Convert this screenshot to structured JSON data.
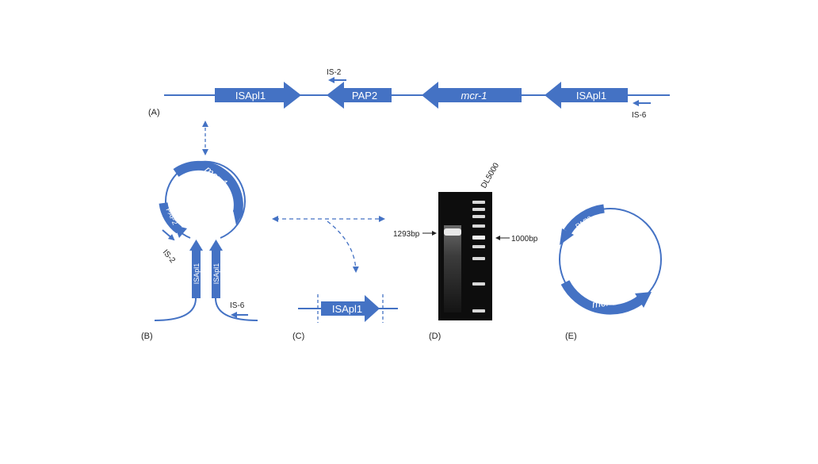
{
  "colors": {
    "primary": "#4472C4",
    "gel_bg": "#0d0d0d",
    "band": "#e8e8e8",
    "text": "#222222"
  },
  "panels": {
    "a": "(A)",
    "b": "(B)",
    "c": "(C)",
    "d": "(D)",
    "e": "(E)"
  },
  "panel_a": {
    "genes": [
      "ISApl1",
      "PAP2",
      "mcr-1",
      "ISApl1"
    ],
    "primer_is2": "IS-2",
    "primer_is6": "IS-6"
  },
  "panel_b": {
    "loop_mcr1": "mcr-1",
    "loop_pap2": "PAP2",
    "stem_left": "ISApl1",
    "stem_right": "ISApl1",
    "primer_is2": "IS-2",
    "primer_is6": "IS-6"
  },
  "panel_c": {
    "gene": "ISApl1"
  },
  "panel_d": {
    "ladder": "DL5000",
    "left_marker": "1293bp",
    "right_marker": "1000bp"
  },
  "panel_e": {
    "pap2": "PAP2",
    "mcr1": "mcr-1"
  }
}
